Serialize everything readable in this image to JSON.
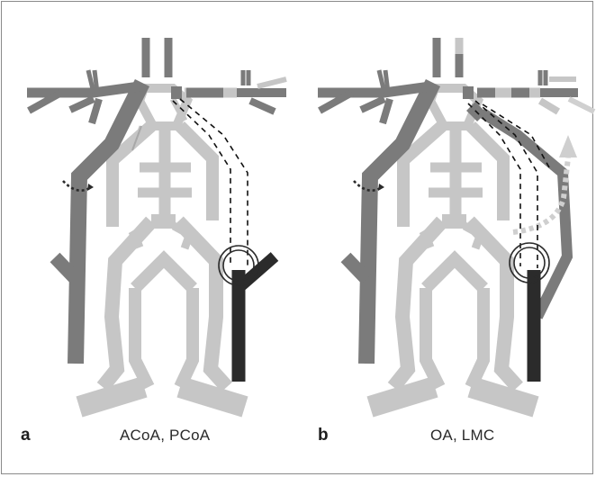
{
  "panels": [
    {
      "letter": "a",
      "caption": "ACoA, PCoA"
    },
    {
      "letter": "b",
      "caption": "OA, LMC"
    }
  ],
  "colors": {
    "dark": "#2b2b2b",
    "mid": "#7b7b7b",
    "light": "#c4c4c4",
    "pale": "#d9d9d9",
    "dashed": "#111111"
  }
}
